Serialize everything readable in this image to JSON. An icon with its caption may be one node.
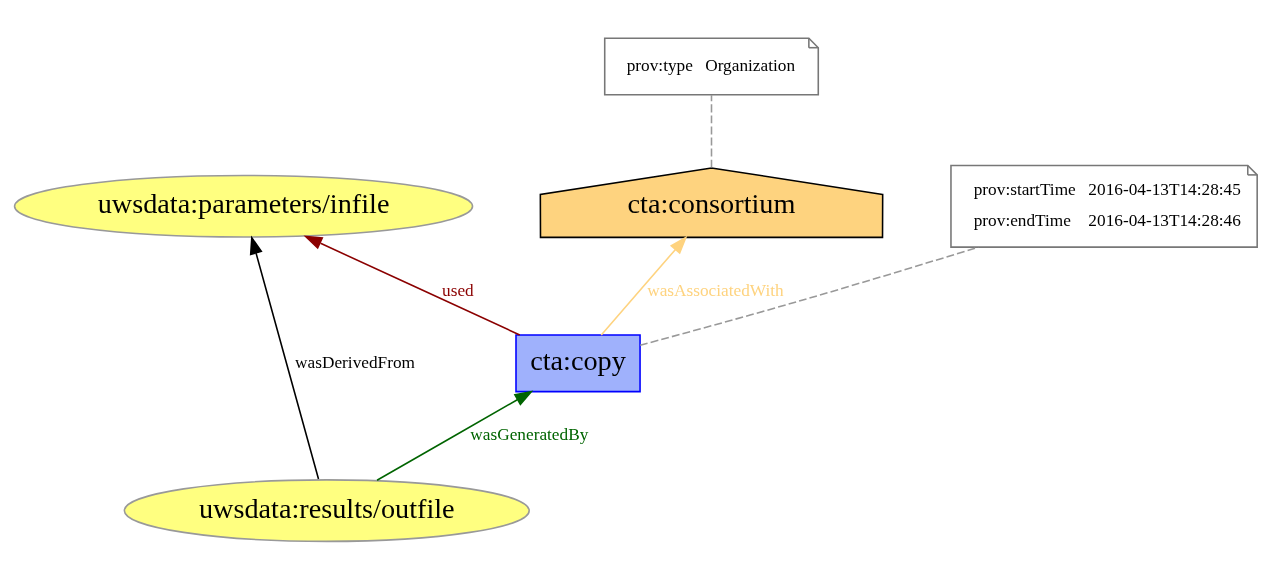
{
  "diagram": {
    "nodes": [
      {
        "text": [
          "cta:consortium"
        ]
      },
      {
        "text": [
          "prov:type",
          "Organization"
        ]
      },
      {
        "text": [
          "uwsdata:parameters/infile"
        ]
      },
      {
        "text": [
          "cta:copy"
        ]
      },
      {
        "text": [
          "prov:startTime",
          "2016-04-13T14:28:45",
          "prov:endTime",
          "2016-04-13T14:28:46"
        ]
      },
      {
        "text": [
          "uwsdata:results/outfile"
        ]
      }
    ],
    "edges": [
      {
        "from": 3,
        "to": 0,
        "arrow": "to",
        "label": "wasAssociatedWith",
        "color": "#fed37f"
      },
      {
        "from": 0,
        "to": 1,
        "arrow": "none",
        "style": "dashed",
        "color": "#999999"
      },
      {
        "from": 3,
        "to": 2,
        "arrow": "to",
        "label": "used",
        "color": "#8b0000"
      },
      {
        "from": 5,
        "to": 3,
        "arrow": "to",
        "label": "wasGeneratedBy",
        "color": "#006400"
      },
      {
        "from": 5,
        "to": 2,
        "arrow": "to",
        "label": "wasDerivedFrom",
        "color": "#000000"
      },
      {
        "from": 3,
        "to": 4,
        "arrow": "none",
        "style": "dashed",
        "color": "#999999"
      }
    ]
  }
}
